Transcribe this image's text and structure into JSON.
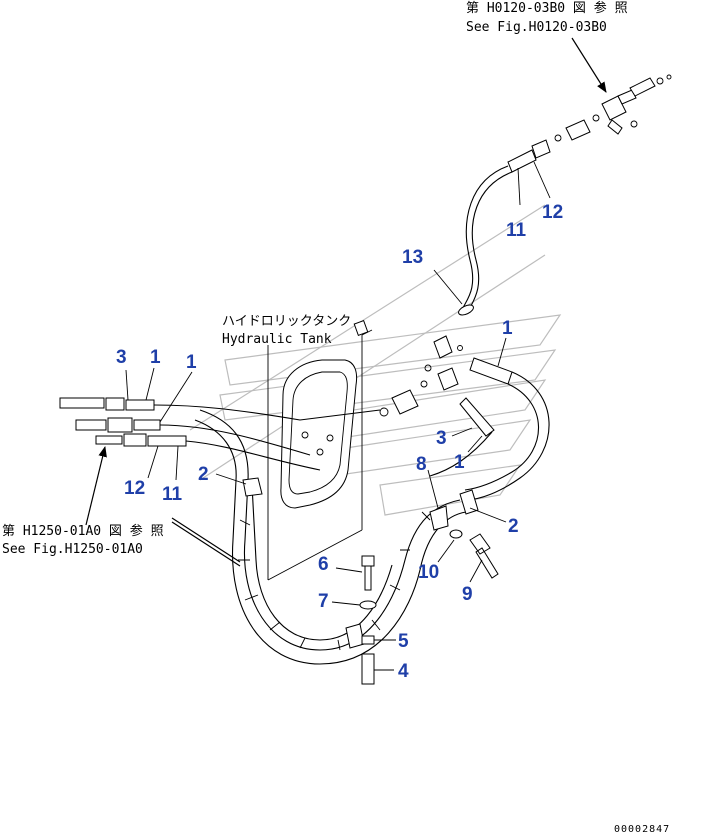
{
  "references": {
    "top_jp": "第 H0120-03B0 図 参 照",
    "top_en": "See Fig.H0120-03B0",
    "left_jp": "第 H1250-01A0 図 参 照",
    "left_en": "See Fig.H1250-01A0"
  },
  "tank_label": {
    "jp": "ハイドロリックタンク",
    "en": "Hydraulic Tank"
  },
  "callouts": {
    "c12_top": "12",
    "c11_top": "11",
    "c13": "13",
    "c1_right_top": "1",
    "c3_right": "3",
    "c1_right_mid": "1",
    "c8": "8",
    "c2_right": "2",
    "c10": "10",
    "c9": "9",
    "c6": "6",
    "c7": "7",
    "c5": "5",
    "c4": "4",
    "c3_left": "3",
    "c1_left_a": "1",
    "c1_left_b": "1",
    "c2_left": "2",
    "c12_left": "12",
    "c11_left": "11"
  },
  "drawing_code": "00002847",
  "colors": {
    "callout": "#1f3fa8",
    "line": "#000000",
    "watermark": "#bdbdbd"
  }
}
